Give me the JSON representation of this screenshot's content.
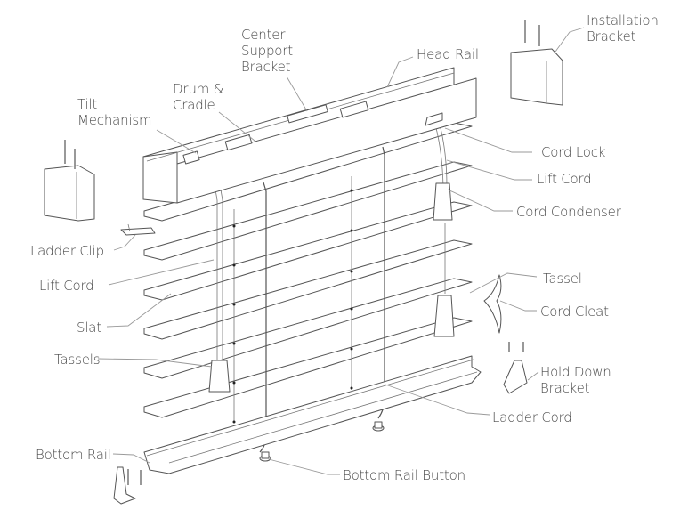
{
  "title": "Window Blind Parts Diagram",
  "colors": {
    "line": "#555555",
    "leader": "#9a9a9a",
    "text": "#4a4a4a",
    "background": "#ffffff"
  },
  "labels": {
    "center_support_bracket": "Center\nSupport\nBracket",
    "head_rail": "Head Rail",
    "installation_bracket": "Installation\nBracket",
    "drum_cradle": "Drum &\nCradle",
    "tilt_mechanism": "Tilt\nMechanism",
    "cord_lock": "Cord Lock",
    "lift_cord_right": "Lift Cord",
    "cord_condenser": "Cord Condenser",
    "ladder_clip": "Ladder Clip",
    "lift_cord_left": "Lift Cord",
    "tassel": "Tassel",
    "slat": "Slat",
    "cord_cleat": "Cord Cleat",
    "tassels": "Tassels",
    "hold_down_bracket": "Hold Down\nBracket",
    "ladder_cord": "Ladder Cord",
    "bottom_rail": "Bottom Rail",
    "bottom_rail_button": "Bottom Rail Button"
  }
}
